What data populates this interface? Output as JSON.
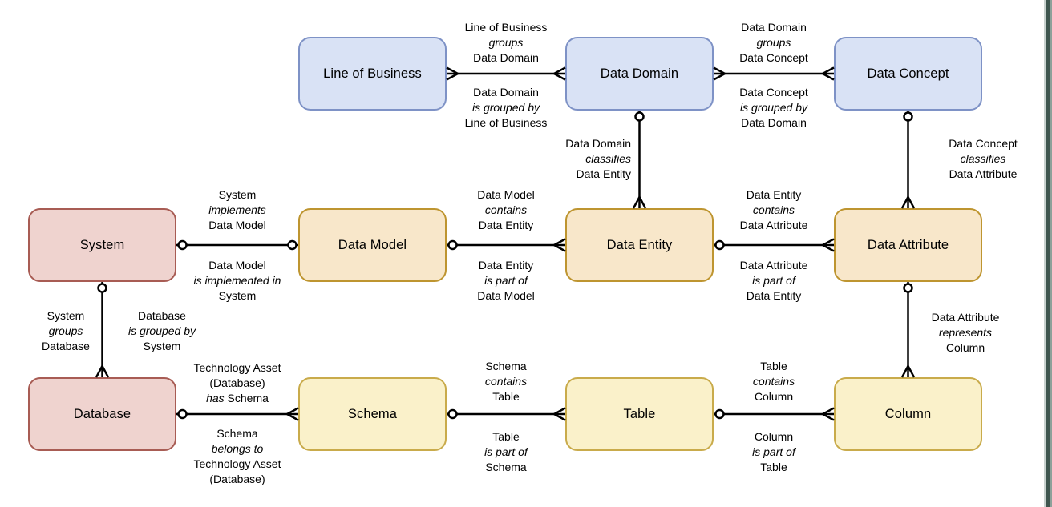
{
  "nodes": {
    "line_of_business": "Line of Business",
    "data_domain": "Data Domain",
    "data_concept": "Data Concept",
    "system": "System",
    "data_model": "Data Model",
    "data_entity": "Data Entity",
    "data_attribute": "Data Attribute",
    "database": "Database",
    "schema": "Schema",
    "table": "Table",
    "column": "Column"
  },
  "relationships": {
    "lob_groups_dd": {
      "subject": "Line of Business",
      "verb": "groups",
      "object": "Data Domain"
    },
    "dd_grouped_by_lob": {
      "subject": "Data Domain",
      "verb": "is grouped by",
      "object": "Line of Business"
    },
    "dd_groups_dc": {
      "subject": "Data Domain",
      "verb": "groups",
      "object": "Data Concept"
    },
    "dc_grouped_by_dd": {
      "subject": "Data Concept",
      "verb": "is grouped by",
      "object": "Data Domain"
    },
    "dd_classifies_de": {
      "subject": "Data Domain",
      "verb": "classifies",
      "object": "Data Entity"
    },
    "dc_classifies_da": {
      "subject": "Data Concept",
      "verb": "classifies",
      "object": "Data Attribute"
    },
    "sys_implements_dm": {
      "subject": "System",
      "verb": "implements",
      "object": "Data Model"
    },
    "dm_implemented_in_sys": {
      "subject": "Data Model",
      "verb": "is implemented in",
      "object": "System"
    },
    "dm_contains_de": {
      "subject": "Data Model",
      "verb": "contains",
      "object": "Data Entity"
    },
    "de_part_of_dm": {
      "subject": "Data Entity",
      "verb": "is part of",
      "object": "Data Model"
    },
    "de_contains_da": {
      "subject": "Data Entity",
      "verb": "contains",
      "object": "Data Attribute"
    },
    "da_part_of_de": {
      "subject": "Data Attribute",
      "verb": "is part of",
      "object": "Data Entity"
    },
    "sys_groups_db": {
      "subject": "System",
      "verb": "groups",
      "object": "Database"
    },
    "db_grouped_by_sys": {
      "subject": "Database",
      "verb": "is grouped by",
      "object": "System"
    },
    "ta_has_schema": {
      "subject": "Technology Asset (Database)",
      "verb": "has",
      "object": "Schema"
    },
    "schema_belongs_to_ta": {
      "subject": "Schema",
      "verb": "belongs to",
      "object": "Technology Asset (Database)"
    },
    "schema_contains_table": {
      "subject": "Schema",
      "verb": "contains",
      "object": "Table"
    },
    "table_part_of_schema": {
      "subject": "Table",
      "verb": "is part of",
      "object": "Schema"
    },
    "table_contains_column": {
      "subject": "Table",
      "verb": "contains",
      "object": "Column"
    },
    "column_part_of_table": {
      "subject": "Column",
      "verb": "is part of",
      "object": "Table"
    },
    "da_represents_column": {
      "subject": "Data Attribute",
      "verb": "represents",
      "object": "Column"
    }
  },
  "colors": {
    "business_fill": "#D9E2F5",
    "business_stroke": "#7E92C6",
    "system_fill": "#EFD3CF",
    "system_stroke": "#A85C54",
    "logical_fill": "#F8E7CA",
    "logical_stroke": "#BE9530",
    "physical_fill": "#FAF1CA",
    "physical_stroke": "#C9AB4B",
    "connector": "#000000",
    "background": "#FFFFFF",
    "window_right_edge": "#3F564F"
  }
}
